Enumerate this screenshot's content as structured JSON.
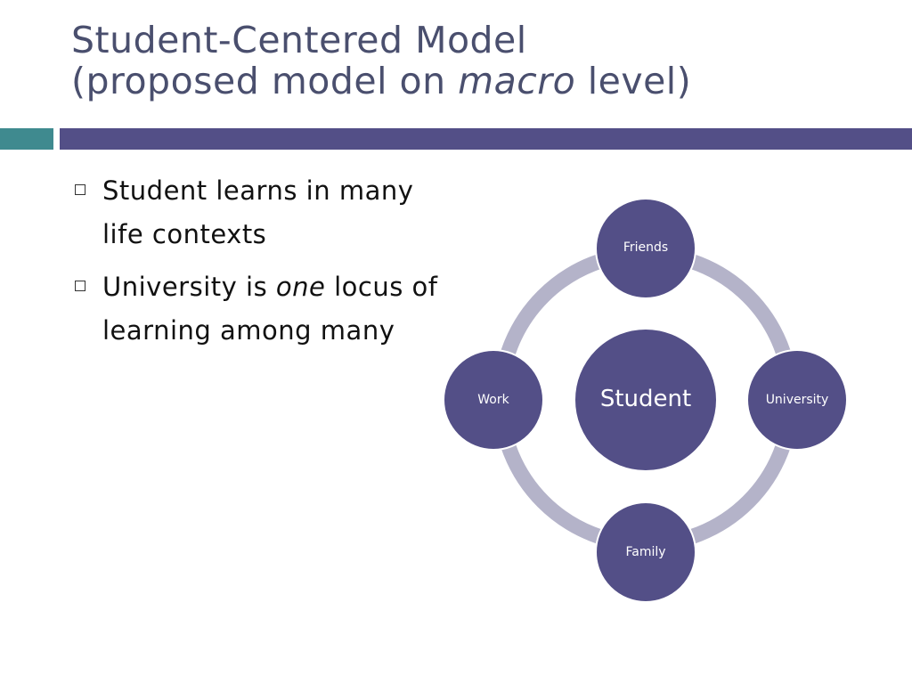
{
  "slide": {
    "title_line1": "Student-Centered Model",
    "title_line2_a": "(proposed model on ",
    "title_line2_em": "macro",
    "title_line2_b": " level)"
  },
  "bullets": [
    {
      "text": "Student learns in many life contexts"
    },
    {
      "pre": "University is ",
      "em": "one",
      "post": " locus of learning among many"
    }
  ],
  "diagram": {
    "center": "Student",
    "nodes": {
      "top": "Friends",
      "right": "University",
      "bottom": "Family",
      "left": "Work"
    },
    "colors": {
      "node": "#534f87",
      "ring": "#b4b3c9",
      "node_border": "#ffffff"
    }
  }
}
